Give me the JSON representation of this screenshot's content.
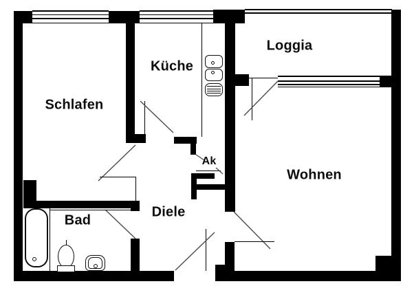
{
  "rooms": {
    "schlafen": {
      "label": "Schlafen"
    },
    "kueche": {
      "label": "Küche"
    },
    "loggia": {
      "label": "Loggia"
    },
    "wohnen": {
      "label": "Wohnen"
    },
    "ak": {
      "label": "Ak"
    },
    "diele": {
      "label": "Diele"
    },
    "bad": {
      "label": "Bad"
    }
  },
  "fixtures": [
    "bathtub",
    "washbasin",
    "toilet",
    "kitchen-double-sink",
    "kitchen-stove"
  ],
  "colors": {
    "wall": "#000000",
    "background": "#ffffff",
    "door_swing": "#4a4a4a"
  }
}
